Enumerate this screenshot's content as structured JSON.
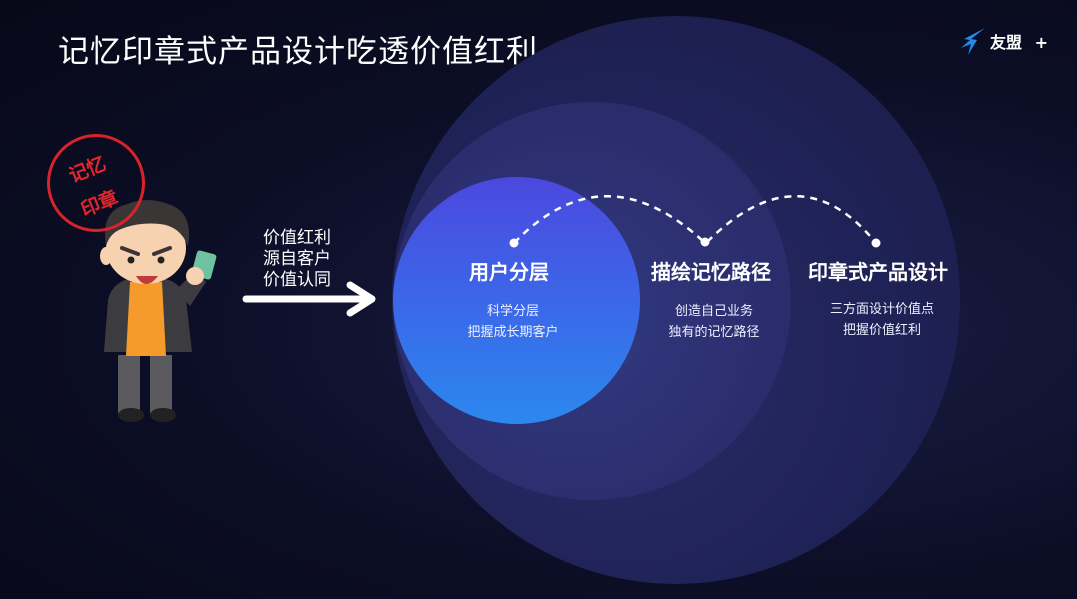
{
  "title": "记忆印章式产品设计吃透价值红利",
  "logo": {
    "text": "友盟",
    "plus": "+"
  },
  "stamp": {
    "line1": "记忆",
    "line2": "印章"
  },
  "side_text": [
    "价值红利",
    "源自客户",
    "价值认同"
  ],
  "stages": [
    {
      "title": "用户分层",
      "desc": [
        "科学分层",
        "把握成长期客户"
      ]
    },
    {
      "title": "描绘记忆路径",
      "desc": [
        "创造自己业务",
        "独有的记忆路径"
      ]
    },
    {
      "title": "印章式产品设计",
      "desc": [
        "三方面设计价值点",
        "把握价值红利"
      ]
    }
  ],
  "colors": {
    "inner_circle": "#2b88ee",
    "stamp_red": "#d9232a",
    "accent_blue": "#1e8bf0"
  },
  "icons": [
    "logo-bird-icon",
    "arrow-right-icon",
    "character-illustration"
  ]
}
